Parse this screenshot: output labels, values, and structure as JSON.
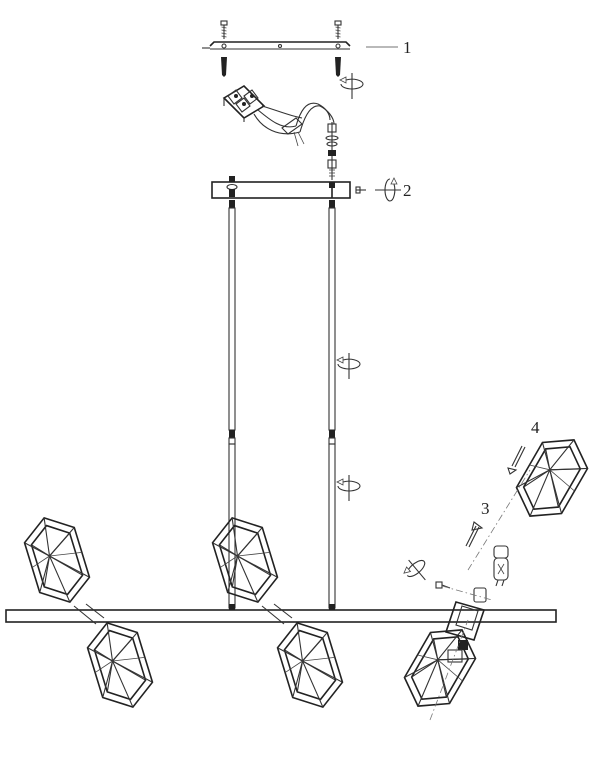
{
  "steps": [
    {
      "label": "1"
    },
    {
      "label": "2"
    },
    {
      "label": "3"
    },
    {
      "label": "4"
    }
  ],
  "colors": {
    "line": "#333333",
    "background": "#ffffff"
  },
  "icons": [
    "rotate-arrow-icon",
    "screw-icon",
    "wall-plug-icon",
    "arrow-icon"
  ]
}
